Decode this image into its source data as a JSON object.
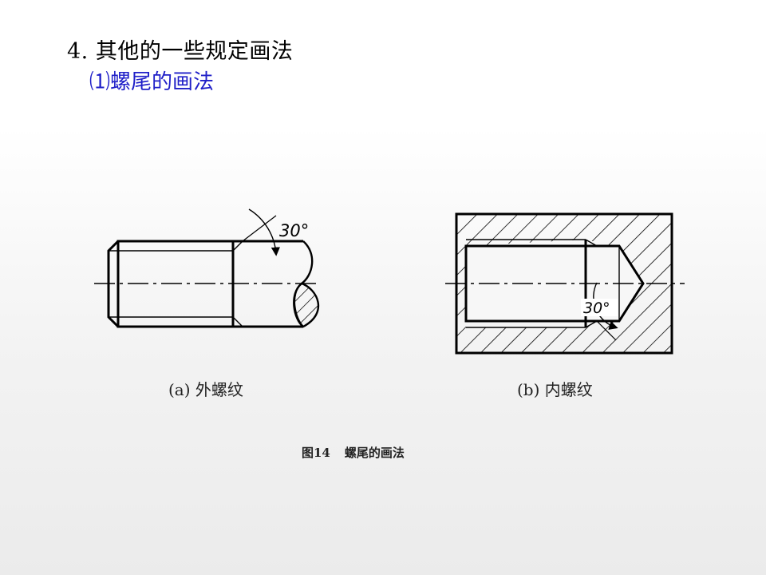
{
  "slide": {
    "heading": "4. 其他的一些规定画法",
    "subheading": "⑴螺尾的画法",
    "accent_color": "#1f1fc8"
  },
  "figure_a": {
    "caption": "(a)  外螺纹",
    "angle_label": "30°"
  },
  "figure_b": {
    "caption": "(b)  内螺纹",
    "angle_label": "30°"
  },
  "figure_title": {
    "number": "图14",
    "name": "螺尾的画法"
  }
}
